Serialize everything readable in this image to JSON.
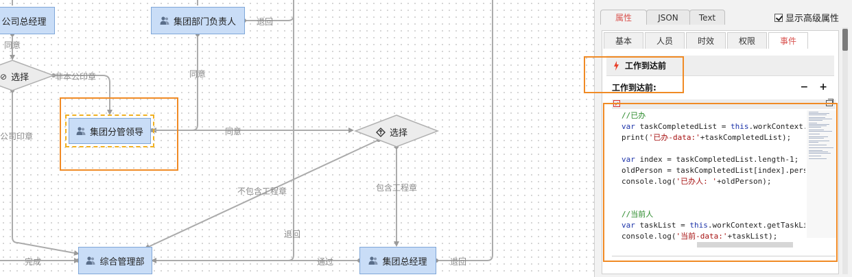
{
  "canvas": {
    "nodes": {
      "company_gm": "公司总经理",
      "group_dept_head": "集团部门负责人",
      "group_leader": "集团分管领导",
      "general_mgmt": "综合管理部",
      "group_gm": "集团总经理"
    },
    "diamonds": {
      "choice_left": "选择",
      "choice_right": "选择"
    },
    "edge_labels": {
      "return_top": "退回",
      "agree_left": "同意",
      "not_company_seal": "非本公印章",
      "agree_mid": "同意",
      "company_seal": "公司印章",
      "agree_horizontal": "同意",
      "exclude_project_seal": "不包含工程章",
      "include_project_seal": "包含工程章",
      "return_mid": "退回",
      "complete": "完成",
      "pass": "通过",
      "return_right": "退回"
    }
  },
  "panel": {
    "top_tabs": [
      "属性",
      "JSON",
      "Text"
    ],
    "active_top_tab": "属性",
    "show_advanced_label": "显示高级属性",
    "show_advanced_checked": true,
    "sub_tabs": [
      "基本",
      "人员",
      "时效",
      "权限",
      "事件"
    ],
    "active_sub_tab": "事件",
    "event_header": "工作到达前",
    "event_row_label": "工作到达前:",
    "event_minus": "−",
    "event_plus": "+",
    "code_lines": [
      {
        "parts": [
          {
            "c": "t-c",
            "t": "//已办"
          }
        ]
      },
      {
        "parts": [
          {
            "c": "t-k",
            "t": "var"
          },
          {
            "c": "t-p",
            "t": " taskCompletedList = "
          },
          {
            "c": "t-k",
            "t": "this"
          },
          {
            "c": "t-p",
            "t": ".workContext.getTaskCompletedList();"
          }
        ]
      },
      {
        "parts": [
          {
            "c": "t-p",
            "t": "print("
          },
          {
            "c": "t-s",
            "t": "'已办-data:'"
          },
          {
            "c": "t-p",
            "t": "+taskCompletedList);"
          }
        ]
      },
      {
        "parts": []
      },
      {
        "parts": [
          {
            "c": "t-k",
            "t": "var"
          },
          {
            "c": "t-p",
            "t": " index = taskCompletedList.length-1;"
          }
        ]
      },
      {
        "parts": [
          {
            "c": "t-p",
            "t": "oldPerson = taskCompletedList[index].person;"
          }
        ]
      },
      {
        "parts": [
          {
            "c": "t-p",
            "t": "console.log("
          },
          {
            "c": "t-s",
            "t": "'已办人: '"
          },
          {
            "c": "t-p",
            "t": "+oldPerson);"
          }
        ]
      },
      {
        "parts": []
      },
      {
        "parts": []
      },
      {
        "parts": [
          {
            "c": "t-c",
            "t": "//当前人"
          }
        ]
      },
      {
        "parts": [
          {
            "c": "t-k",
            "t": "var"
          },
          {
            "c": "t-p",
            "t": " taskList = "
          },
          {
            "c": "t-k",
            "t": "this"
          },
          {
            "c": "t-p",
            "t": ".workContext.getTaskList();"
          }
        ]
      },
      {
        "parts": [
          {
            "c": "t-p",
            "t": "console.log("
          },
          {
            "c": "t-s",
            "t": "'当前-data:'"
          },
          {
            "c": "t-p",
            "t": "+taskList);"
          }
        ]
      }
    ]
  }
}
